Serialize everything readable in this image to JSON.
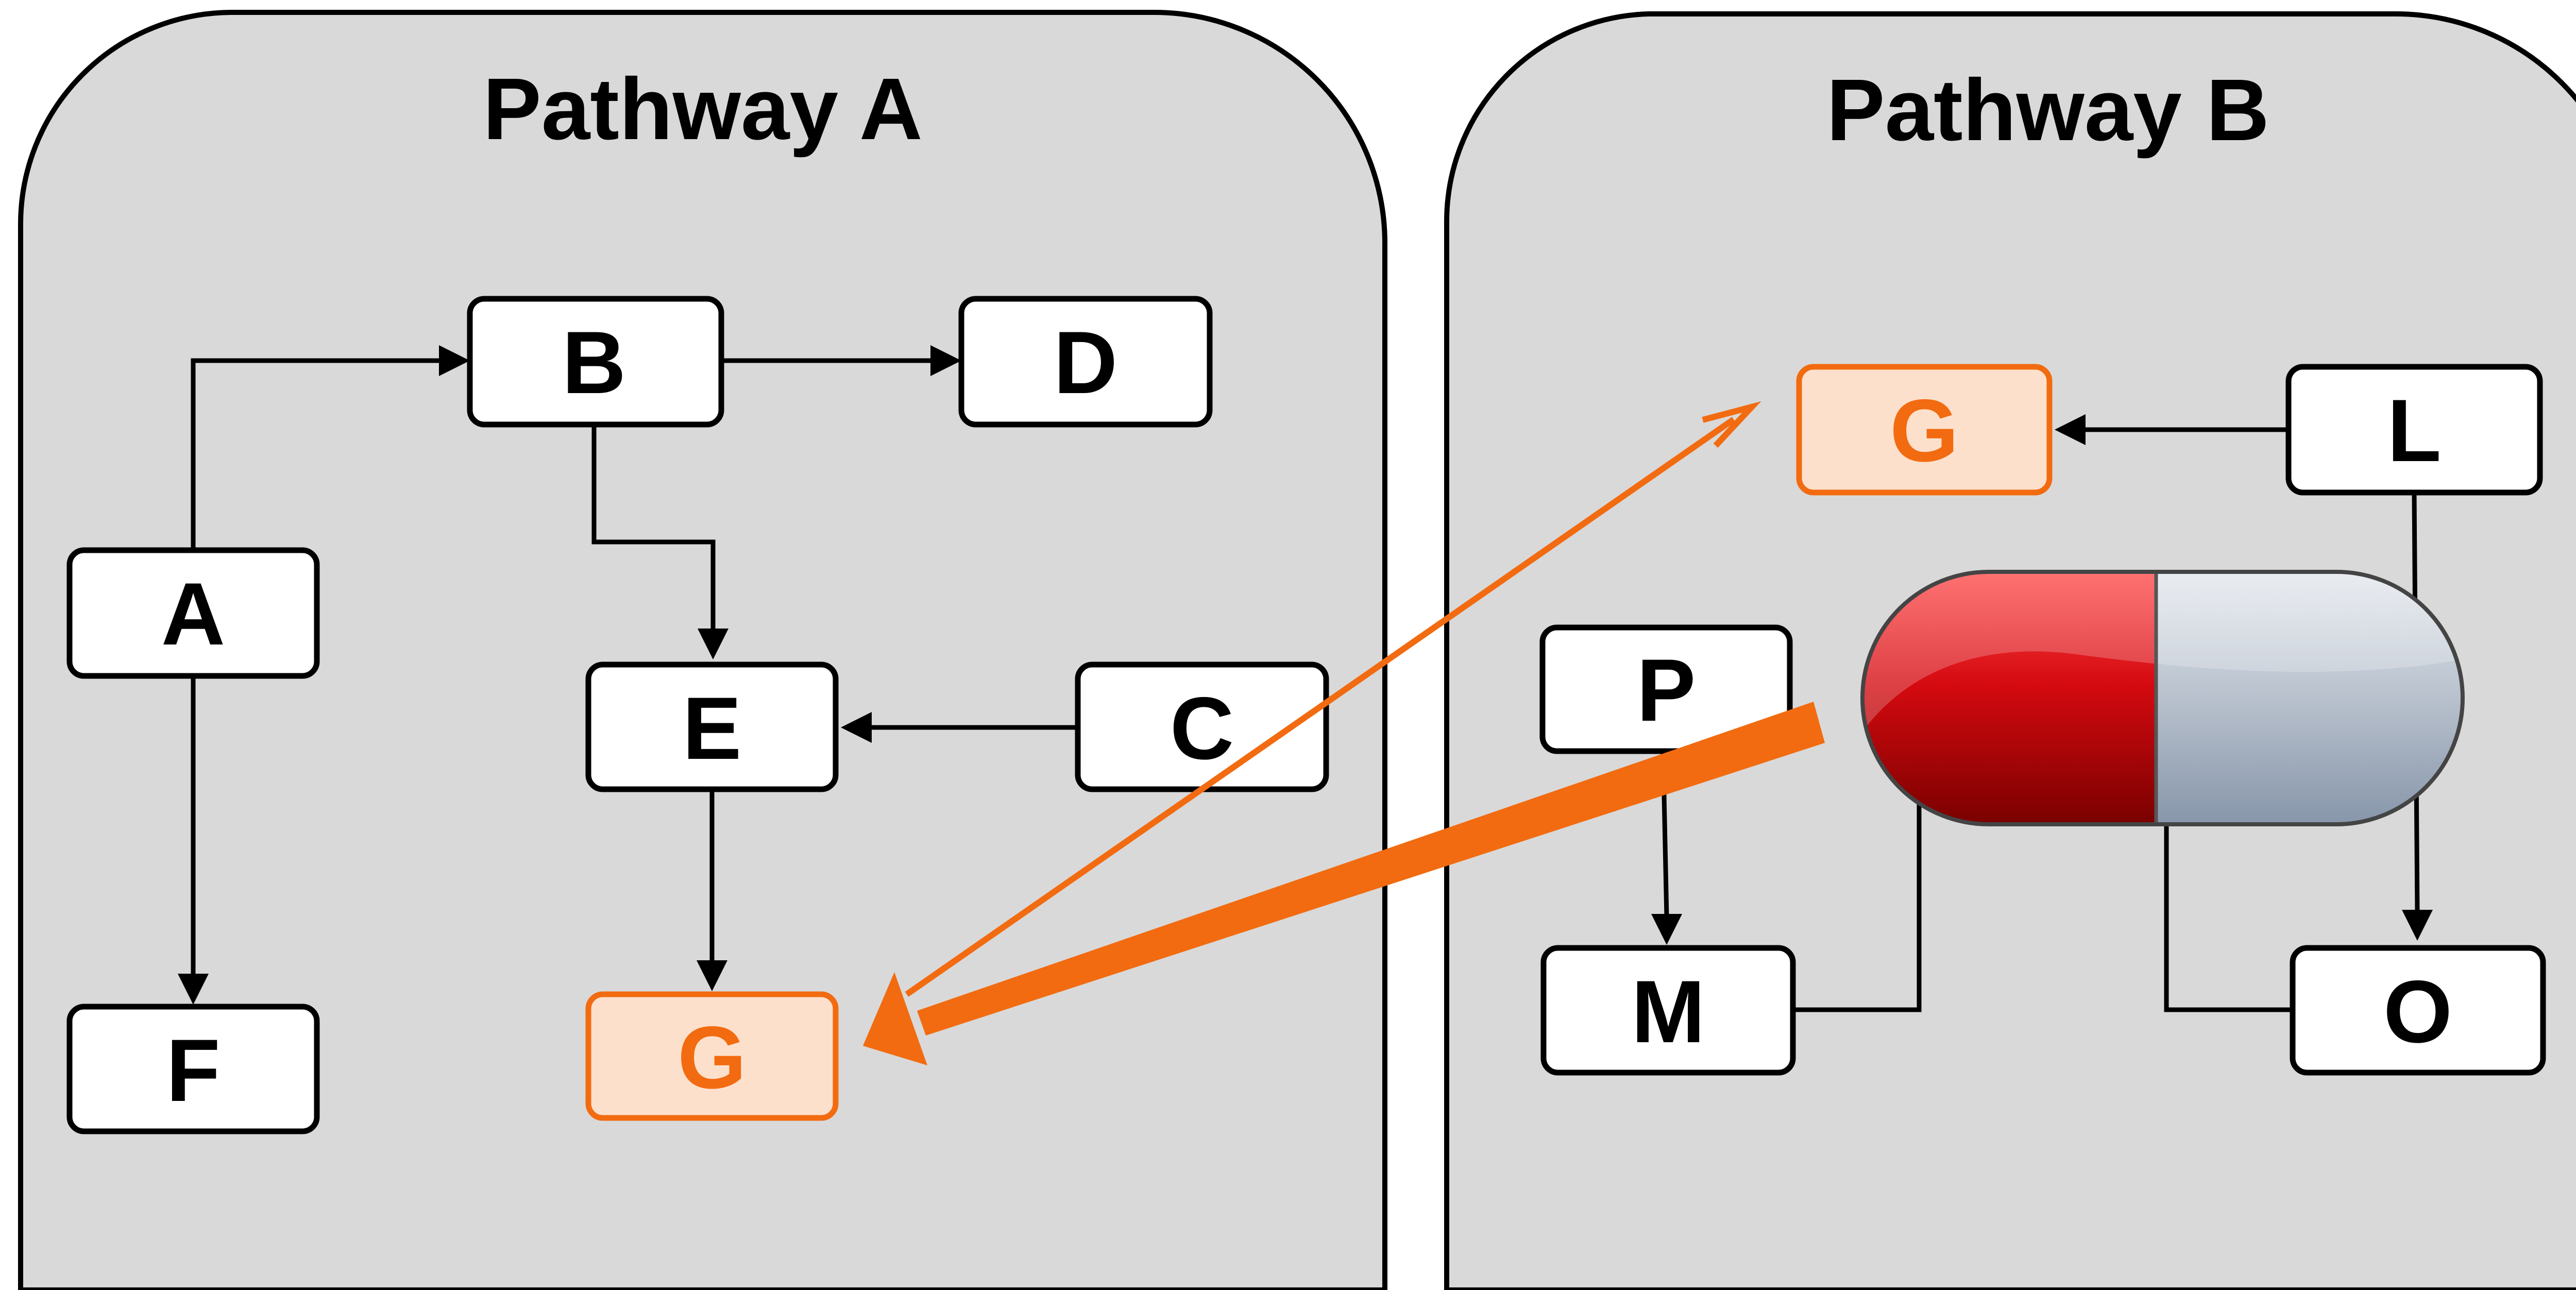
{
  "pathway_a": {
    "title": "Pathway A",
    "nodes": {
      "a": "A",
      "b": "B",
      "c": "C",
      "d": "D",
      "e": "E",
      "f": "F",
      "g": "G"
    }
  },
  "pathway_b": {
    "title": "Pathway B",
    "nodes": {
      "g": "G",
      "l": "L",
      "m": "M",
      "o": "O",
      "p": "P"
    }
  },
  "colors": {
    "panel_fill": "#d9d9d9",
    "highlight": "#f26b10",
    "highlight_fill": "#fde0cc",
    "capsule_red": "#c8000a",
    "capsule_grey": "#a9b4c2"
  },
  "icons": [
    "capsule-icon"
  ]
}
